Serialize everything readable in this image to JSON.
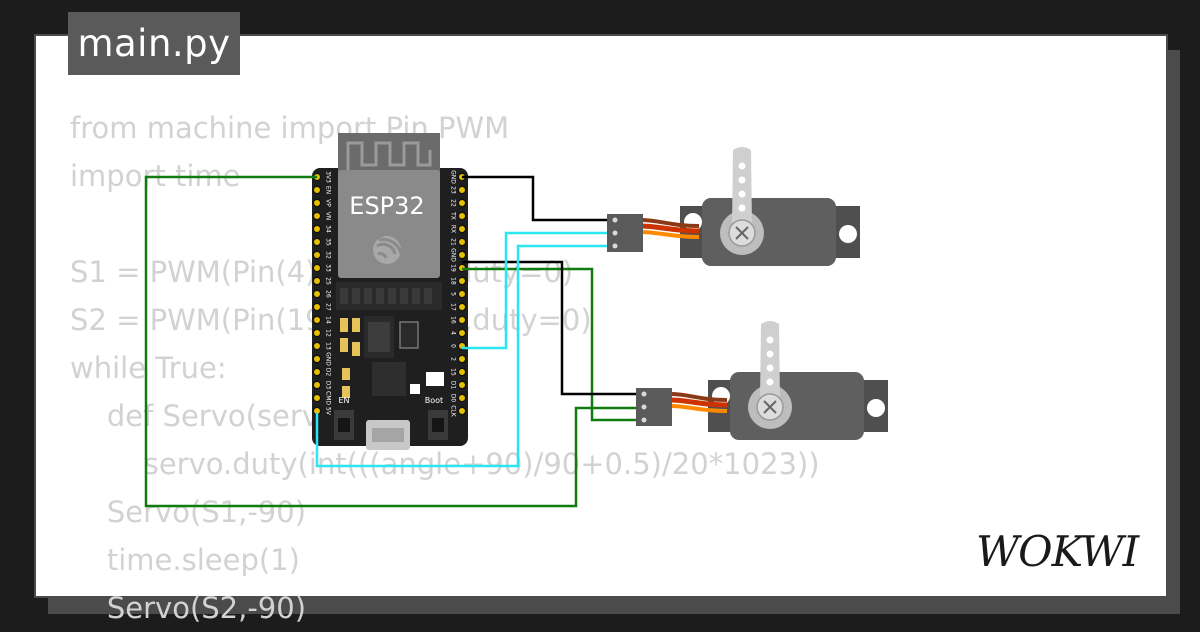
{
  "tab": {
    "filename": "main.py"
  },
  "code_lines": [
    "from machine import Pin,PWM",
    "import time",
    "",
    "S1 = PWM(Pin(4),freq=50,duty=0)",
    "S2 = PWM(Pin(19),freq=50,duty=0)",
    "while True:",
    "    def Servo(servo,angle):",
    "        servo.duty(int(((angle+90)/90+0.5)/20*1023))",
    "    Servo(S1,-90)",
    "    time.sleep(1)",
    "    Servo(S2,-90)"
  ],
  "board": {
    "name": "ESP32",
    "button_en": "EN",
    "button_boot": "Boot",
    "left_pins": [
      "3V3",
      "EN",
      "VP",
      "VN",
      "34",
      "35",
      "32",
      "33",
      "25",
      "26",
      "27",
      "14",
      "12",
      "13",
      "GND",
      "D2",
      "D3",
      "CMD",
      "5V"
    ],
    "right_pins": [
      "GND",
      "23",
      "22",
      "TX",
      "RX",
      "21",
      "GND",
      "19",
      "18",
      "5",
      "17",
      "16",
      "4",
      "0",
      "2",
      "15",
      "D1",
      "D0",
      "CLK"
    ]
  },
  "brand": {
    "name": "WOKWI"
  },
  "colors": {
    "background": "#1c1c1c",
    "card": "#ffffff",
    "tab": "#5a5a5a",
    "code_text": "#d2d2d2",
    "wire_power": "#107c10",
    "wire_ground": "#000000",
    "wire_signal": "#29e6f0",
    "servo_body": "#5f5f5f"
  }
}
